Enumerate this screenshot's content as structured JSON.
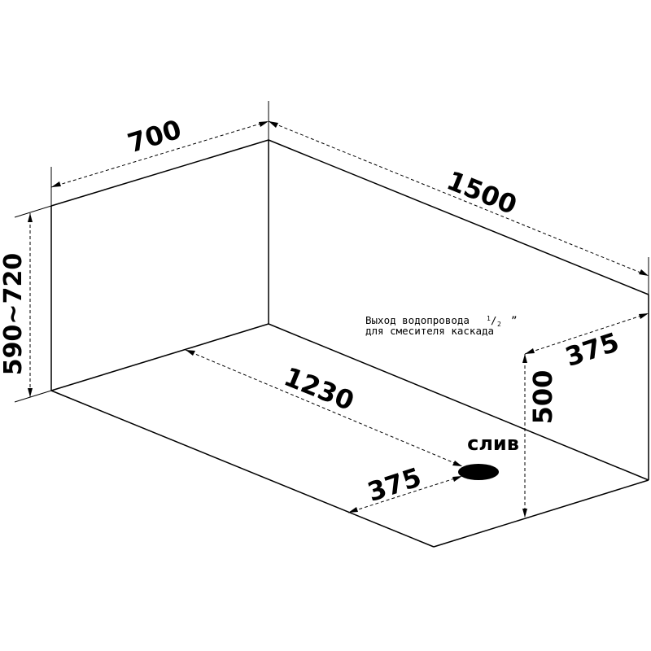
{
  "dimensions": {
    "width": "700",
    "length": "1500",
    "height": "590~720",
    "inner_length": "1230",
    "drain_offset": "375",
    "outlet_offset": "375",
    "outlet_height": "500"
  },
  "labels": {
    "drain": "слив",
    "outlet_line1": "Выход водопровода",
    "outlet_fraction_num": "1",
    "outlet_fraction_den": "2",
    "outlet_fraction_mark": "”",
    "outlet_line2": "для смесителя каскада"
  },
  "colors": {
    "line": "#000000",
    "background": "#ffffff",
    "drain_fill": "#000000"
  }
}
